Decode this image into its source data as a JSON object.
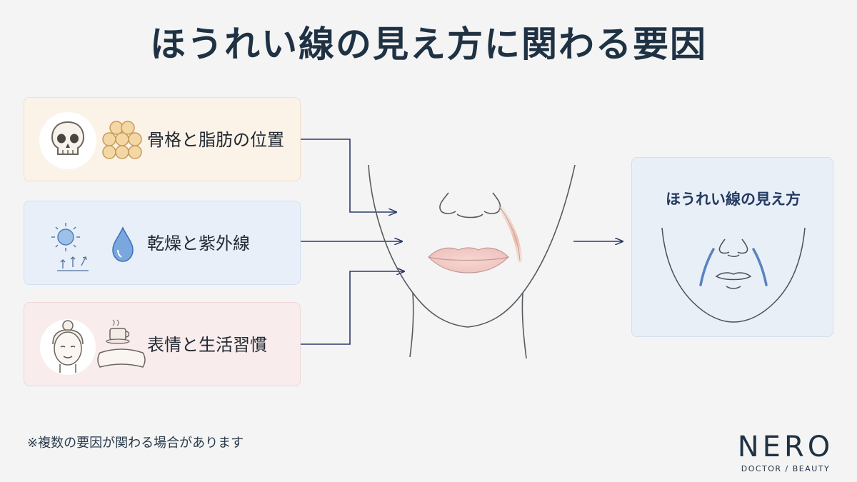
{
  "title": "ほうれい線の見え方に関わる要因",
  "factors": [
    {
      "label": "骨格と脂肪の位置",
      "icons": [
        "skull-icon",
        "fat-cells-icon"
      ]
    },
    {
      "label": "乾燥と紫外線",
      "icons": [
        "sun-uv-icon",
        "water-drop-icon"
      ]
    },
    {
      "label": "表情と生活習慣",
      "icons": [
        "woman-face-icon",
        "coffee-pillow-icon"
      ]
    }
  ],
  "result": {
    "title": "ほうれい線の見え方"
  },
  "note": "※複数の要因が関わる場合があります",
  "brand": {
    "name": "NERO",
    "sub": "DOCTOR / BEAUTY"
  },
  "colors": {
    "title": "#1f3244",
    "arrow": "#2c3a6a",
    "card_bone": "#fbf3e8",
    "card_dry": "#e8eff9",
    "card_habit": "#f9ecec",
    "result_bg": "#e9eff7",
    "fold_highlight": "#3f6fb8"
  }
}
